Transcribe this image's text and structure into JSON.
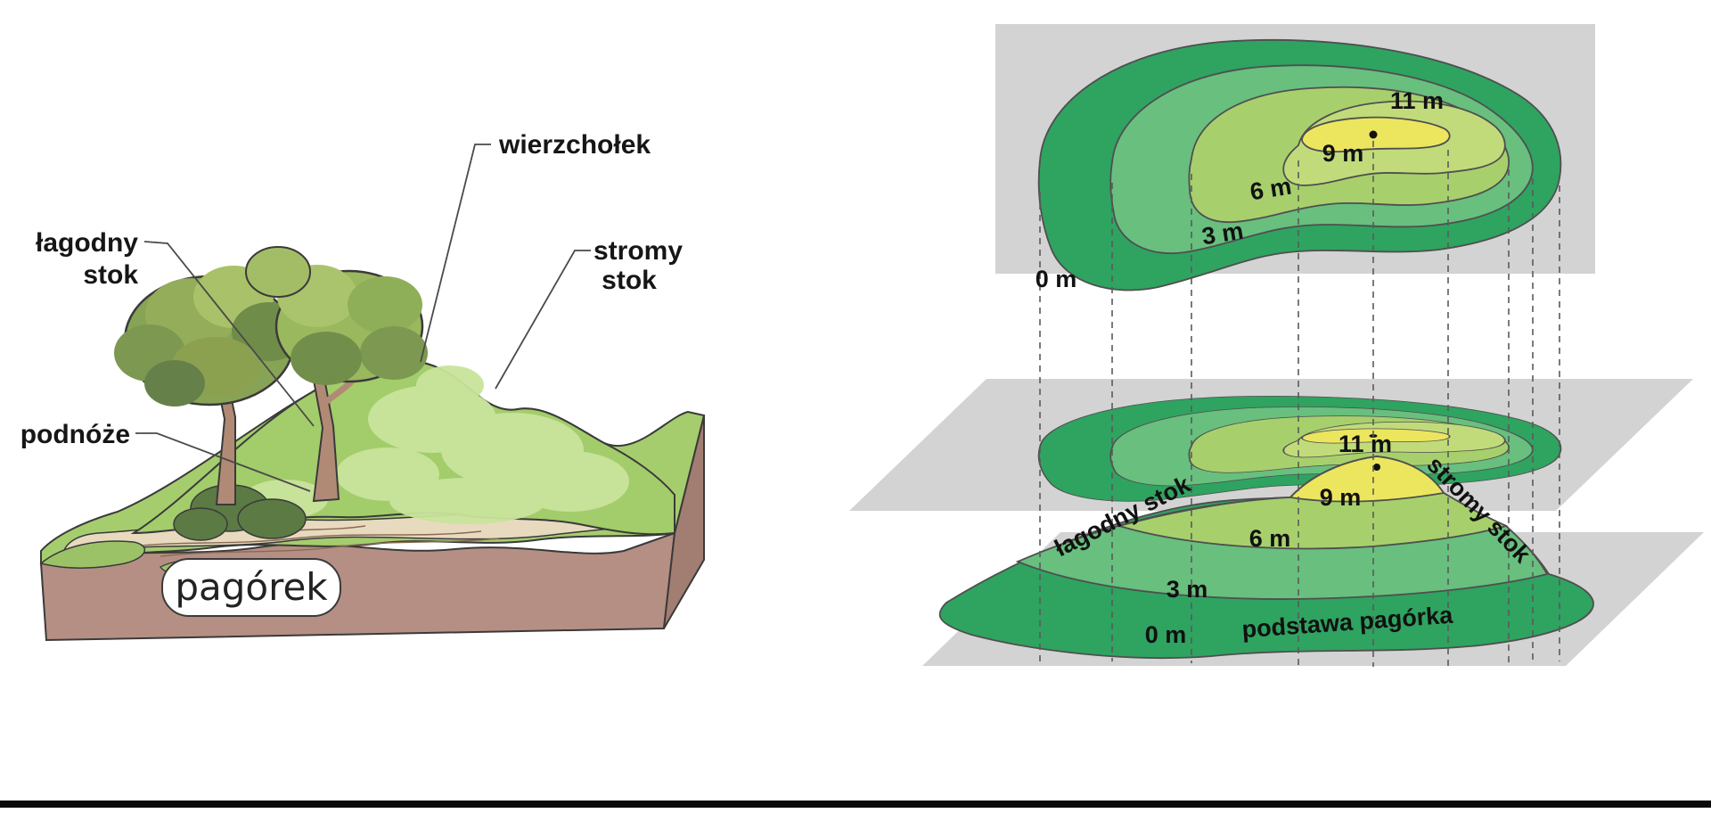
{
  "hill_illustration": {
    "name_badge": "pagórek",
    "labels": {
      "summit": "wierzchołek",
      "gentle_slope_line1": "łagodny",
      "gentle_slope_line2": "stok",
      "steep_slope_line1": "stromy",
      "steep_slope_line2": "stok",
      "foot": "podnóże"
    }
  },
  "contour_map": {
    "elevation_labels": [
      "0 m",
      "3 m",
      "6 m",
      "9 m",
      "11 m"
    ]
  },
  "profile": {
    "elevation_labels": [
      "0 m",
      "3 m",
      "6 m",
      "9 m",
      "11 m"
    ],
    "gentle_slope_label": "łagodny stok",
    "steep_slope_label": "stromy stok",
    "base_label": "podstawa pagórka"
  },
  "elevations_m": [
    0,
    3,
    6,
    9,
    11
  ],
  "summit_height_m": 11,
  "colors": {
    "band_0_3": "#2fa360",
    "band_3_6": "#68bf7e",
    "band_6_9": "#a7d06c",
    "band_9_11": "#c1db7a",
    "band_11_plus": "#ece65f",
    "panel_gray": "#d3d3d3",
    "soil_front": "#b58f84",
    "soil_side": "#a17d72",
    "sand": "#e8dabf",
    "hill_green": "#a5cd6e",
    "hill_green_light": "#c9e49c"
  }
}
